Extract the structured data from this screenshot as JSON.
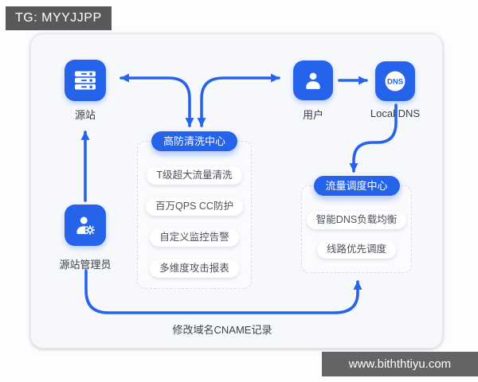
{
  "badges": {
    "tg": "TG: MYYJJPP",
    "watermark": "www.biththtiyu.com"
  },
  "nodes": {
    "origin": {
      "label": "源站"
    },
    "user": {
      "label": "用户"
    },
    "local_dns": {
      "label": "Local DNS",
      "icon_text": "DNS"
    },
    "admin": {
      "label": "源站管理员"
    }
  },
  "cleaning_center": {
    "title": "高防清洗中心",
    "items": [
      "T级超大流量清洗",
      "百万QPS CC防护",
      "自定义监控告警",
      "多维度攻击报表"
    ]
  },
  "scheduling_center": {
    "title": "流量调度中心",
    "items": [
      "智能DNS负载均衡",
      "线路优先调度"
    ]
  },
  "annotations": {
    "cname": "修改域名CNAME记录"
  },
  "colors": {
    "primary_blue": "#2563EB",
    "badge_gray": "#59595B",
    "card_bg": "#F7F8FC"
  }
}
